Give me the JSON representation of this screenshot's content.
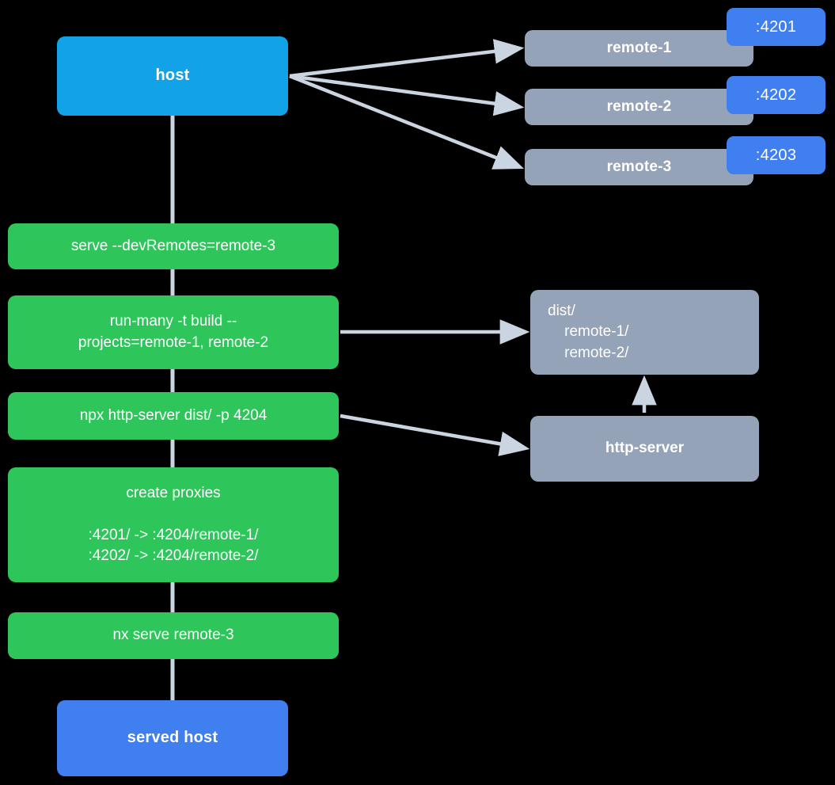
{
  "diagram": {
    "title": "nx module federation host and remotes serve flow",
    "background_color": "#000000",
    "colors": {
      "host": "#12a2e8",
      "served_host": "#3f7ff0",
      "remote": "#94a3b8",
      "command": "#2ec65b",
      "badge": "#3f7ff0",
      "edge": "#cbd5e1",
      "text": "#ffffff"
    }
  },
  "nodes": {
    "host": {
      "label": "host"
    },
    "remote_1": {
      "label": "remote-1",
      "port": ":4201"
    },
    "remote_2": {
      "label": "remote-2",
      "port": ":4202"
    },
    "remote_3": {
      "label": "remote-3",
      "port": ":4203"
    },
    "cmd_serve": {
      "label": "serve --devRemotes=remote-3"
    },
    "cmd_run_many": {
      "label": "run-many -t build --\nprojects=remote-1, remote-2"
    },
    "cmd_http_server": {
      "label": "npx http-server dist/ -p 4204"
    },
    "cmd_create_proxies": {
      "label": "create proxies\n\n:4201/ -> :4204/remote-1/\n:4202/ -> :4204/remote-2/"
    },
    "cmd_nx_serve": {
      "label": "nx serve remote-3"
    },
    "dist": {
      "label": "dist/\n    remote-1/\n    remote-2/"
    },
    "http_server": {
      "label": "http-server"
    },
    "served_host": {
      "label": "served host"
    }
  },
  "edges": [
    {
      "from": "host",
      "to": "remote_1",
      "kind": "arrow"
    },
    {
      "from": "host",
      "to": "remote_2",
      "kind": "arrow"
    },
    {
      "from": "host",
      "to": "remote_3",
      "kind": "arrow"
    },
    {
      "from": "host",
      "to": "cmd_serve",
      "kind": "line"
    },
    {
      "from": "cmd_serve",
      "to": "cmd_run_many",
      "kind": "line"
    },
    {
      "from": "cmd_run_many",
      "to": "dist",
      "kind": "arrow"
    },
    {
      "from": "cmd_run_many",
      "to": "cmd_http_server",
      "kind": "line"
    },
    {
      "from": "cmd_http_server",
      "to": "http_server",
      "kind": "arrow"
    },
    {
      "from": "cmd_http_server",
      "to": "cmd_create_proxies",
      "kind": "line"
    },
    {
      "from": "http_server",
      "to": "dist",
      "kind": "arrow"
    },
    {
      "from": "cmd_create_proxies",
      "to": "cmd_nx_serve",
      "kind": "line"
    },
    {
      "from": "cmd_nx_serve",
      "to": "served_host",
      "kind": "line"
    }
  ]
}
